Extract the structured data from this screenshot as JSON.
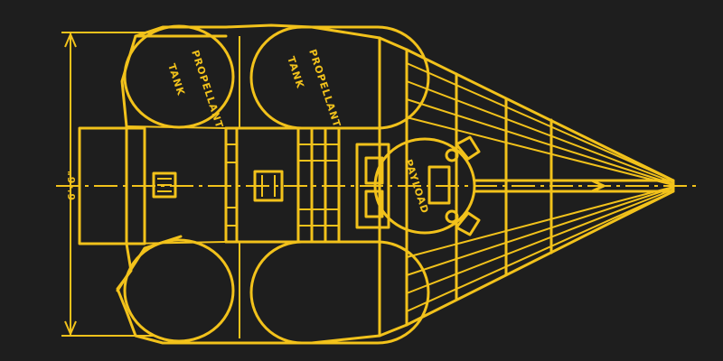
{
  "diagram": {
    "labels": {
      "tank_upper_left": [
        "PROPELLANT",
        "TANK"
      ],
      "tank_upper_center": [
        "PROPELLANT",
        "TANK"
      ],
      "payload": "PAYLOAD",
      "dimension": "6'-6\""
    },
    "colors": {
      "background": "#1e1e1e",
      "line": "#f2c21b"
    }
  }
}
